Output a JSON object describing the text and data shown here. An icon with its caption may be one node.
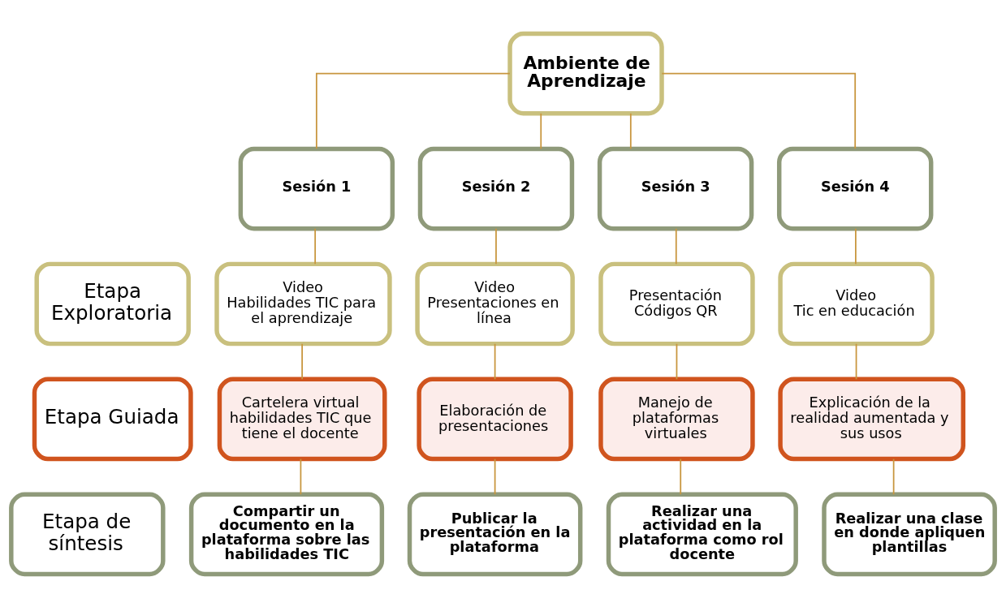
{
  "diagram": {
    "nodes": [
      {
        "text": [
          "Ambiente de Aprendizaje"
        ]
      },
      {
        "text": [
          "Sesión 1"
        ]
      },
      {
        "text": [
          "Sesión 2"
        ]
      },
      {
        "text": [
          "Sesión 3"
        ]
      },
      {
        "text": [
          "Sesión 4"
        ]
      },
      {
        "text": [
          "Etapa Exploratoria"
        ]
      },
      {
        "text": [
          "Video",
          "Habilidades TIC para el aprendizaje"
        ]
      },
      {
        "text": [
          "Video",
          "Presentaciones en línea"
        ]
      },
      {
        "text": [
          "Presentación",
          "Códigos QR"
        ]
      },
      {
        "text": [
          "Video",
          "Tic en educación"
        ]
      },
      {
        "text": [
          "Etapa Guiada"
        ]
      },
      {
        "text": [
          "Cartelera virtual habilidades TIC que tiene el docente"
        ]
      },
      {
        "text": [
          "Elaboración de presentaciones"
        ]
      },
      {
        "text": [
          "Manejo de plataformas virtuales"
        ]
      },
      {
        "text": [
          "Explicación de la realidad aumentada y sus usos"
        ]
      },
      {
        "text": [
          "Etapa de síntesis"
        ]
      },
      {
        "text": [
          "Compartir un documento en la plataforma sobre las habilidades TIC"
        ]
      },
      {
        "text": [
          "Publicar la presentación en la plataforma"
        ]
      },
      {
        "text": [
          "Realizar una actividad en la plataforma como rol docente"
        ]
      },
      {
        "text": [
          "Realizar una clase en donde apliquen plantillas"
        ]
      }
    ],
    "edges": [
      {
        "from": 0,
        "to": 1,
        "arrow": "none"
      },
      {
        "from": 0,
        "to": 2,
        "arrow": "none"
      },
      {
        "from": 0,
        "to": 3,
        "arrow": "none"
      },
      {
        "from": 0,
        "to": 4,
        "arrow": "none"
      },
      {
        "from": 1,
        "to": 6,
        "arrow": "none"
      },
      {
        "from": 2,
        "to": 7,
        "arrow": "none"
      },
      {
        "from": 3,
        "to": 8,
        "arrow": "none"
      },
      {
        "from": 4,
        "to": 9,
        "arrow": "none"
      },
      {
        "from": 6,
        "to": 11,
        "arrow": "none"
      },
      {
        "from": 7,
        "to": 12,
        "arrow": "none"
      },
      {
        "from": 8,
        "to": 13,
        "arrow": "none"
      },
      {
        "from": 9,
        "to": 14,
        "arrow": "none"
      },
      {
        "from": 11,
        "to": 16,
        "arrow": "none"
      },
      {
        "from": 12,
        "to": 17,
        "arrow": "none"
      },
      {
        "from": 13,
        "to": 18,
        "arrow": "none"
      },
      {
        "from": 14,
        "to": 19,
        "arrow": "none"
      }
    ]
  }
}
